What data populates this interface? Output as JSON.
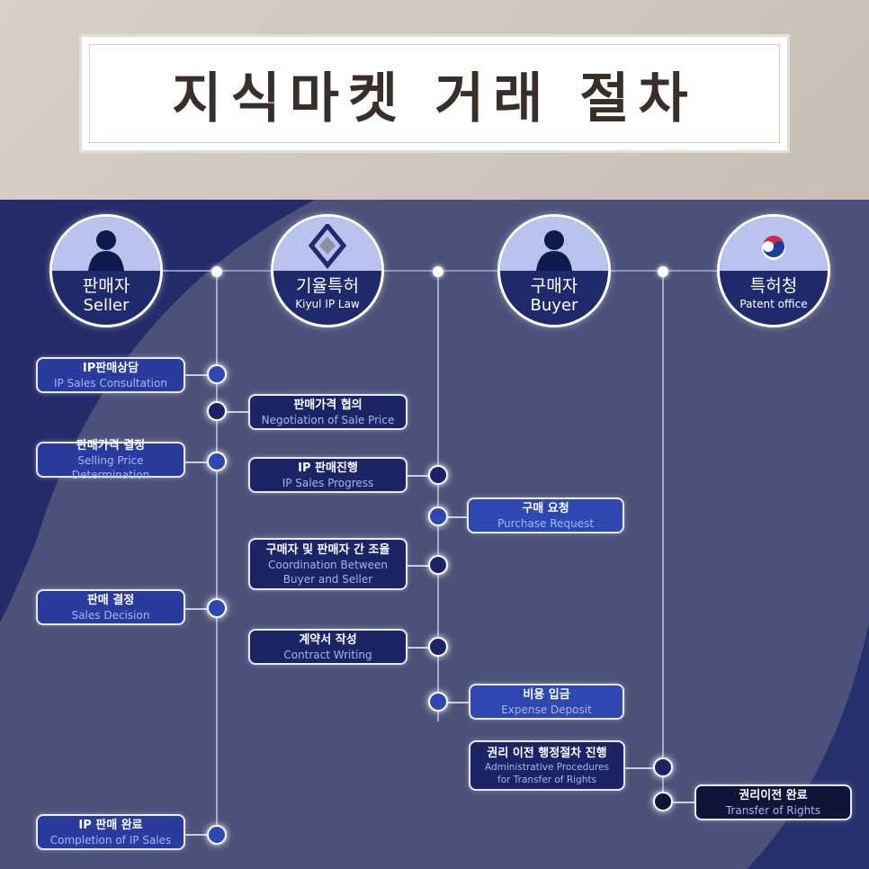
{
  "title": "지식마켓 거래 절차",
  "actors": [
    {
      "ko": "판매자",
      "en": "Seller",
      "icon": "person-icon"
    },
    {
      "ko": "기율특허",
      "en": "Kiyul IP Law",
      "icon": "kiyul-logo-icon"
    },
    {
      "ko": "구매자",
      "en": "Buyer",
      "icon": "person-icon"
    },
    {
      "ko": "특허청",
      "en": "Patent office",
      "icon": "taegeuk-emblem-icon"
    }
  ],
  "steps": [
    {
      "ko": "IP판매상담",
      "en": "IP Sales Consultation",
      "actor": "Seller"
    },
    {
      "ko": "판매가격 협의",
      "en": "Negotiation of Sale Price",
      "actor": "Kiyul IP Law"
    },
    {
      "ko": "판매가격 결정",
      "en": "Selling Price Determination",
      "actor": "Seller"
    },
    {
      "ko": "IP 판매진행",
      "en": "IP Sales Progress",
      "actor": "Kiyul IP Law"
    },
    {
      "ko": "구매 요청",
      "en": "Purchase Request",
      "actor": "Buyer"
    },
    {
      "ko": "구매자 및 판매자 간 조율",
      "en": "Coordination Between Buyer and Seller",
      "actor": "Kiyul IP Law"
    },
    {
      "ko": "판매 결정",
      "en": "Sales Decision",
      "actor": "Seller"
    },
    {
      "ko": "계약서 작성",
      "en": "Contract Writing",
      "actor": "Kiyul IP Law"
    },
    {
      "ko": "비용 입금",
      "en": "Expense Deposit",
      "actor": "Buyer"
    },
    {
      "ko": "권리 이전 행정절차 진행",
      "en": "Administrative Procedures for Transfer of Rights",
      "actor": "Kiyul IP Law"
    },
    {
      "ko": "권리이전 완료",
      "en": "Transfer of Rights",
      "actor": "Patent office"
    },
    {
      "ko": "IP 판매 완료",
      "en": "Completion of IP Sales",
      "actor": "Seller"
    }
  ],
  "colors": {
    "seller": "#2a3b9e",
    "law": "#1b2466",
    "buyer": "#2d48b0",
    "gov": "#0f1538",
    "background": "#4b5179"
  }
}
